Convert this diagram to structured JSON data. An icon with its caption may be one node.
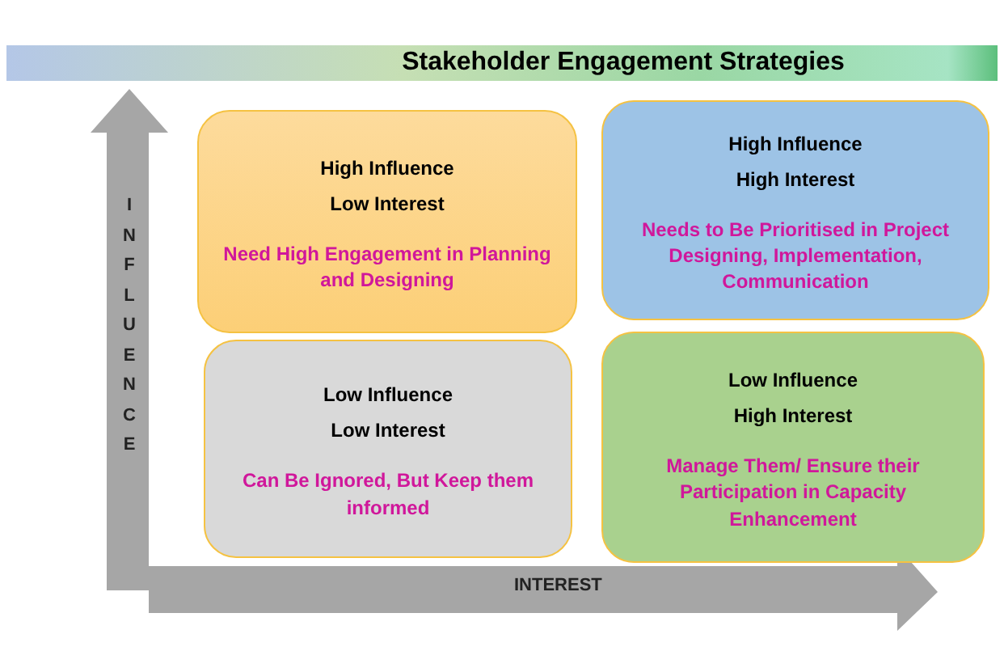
{
  "diagram": {
    "title": "Stakeholder Engagement Strategies",
    "nodes": [
      {
        "text": [
          "High Influence",
          "Low Interest",
          "Need High Engagement in Planning and Designing"
        ]
      },
      {
        "text": [
          "High Influence",
          "High Interest",
          "Needs to Be Prioritised in Project Designing, Implementation, Communication"
        ]
      },
      {
        "text": [
          "Low Influence",
          "Low Interest",
          "Can Be Ignored, But Keep them informed"
        ]
      },
      {
        "text": [
          "Low Influence",
          "High Interest",
          "Manage Them/ Ensure their Participation in Capacity Enhancement"
        ]
      }
    ],
    "labels": [
      "INFLUENCE",
      "INTEREST"
    ]
  }
}
